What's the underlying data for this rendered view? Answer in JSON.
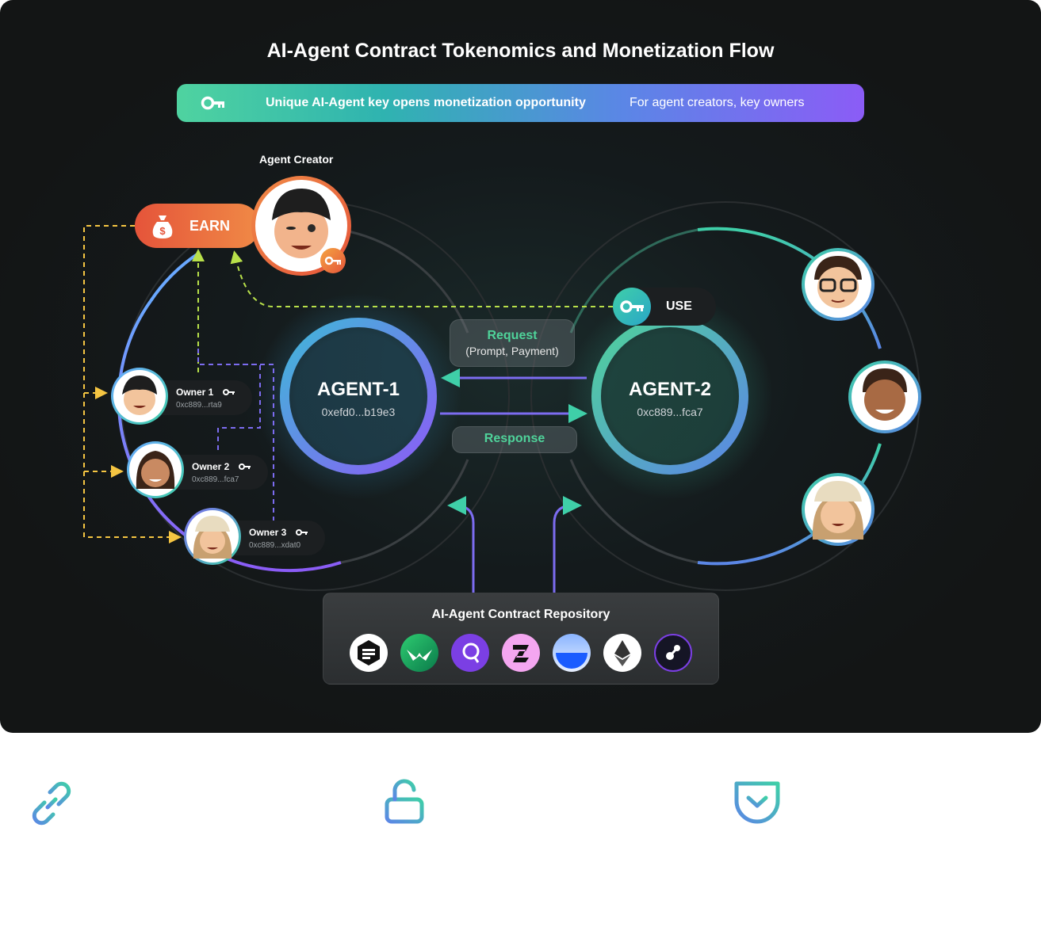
{
  "title": "AI-Agent Contract Tokenomics and Monetization Flow",
  "banner": {
    "main": "Unique AI-Agent key opens monetization opportunity",
    "sub": "For agent creators, key owners",
    "icon": "key-icon"
  },
  "creator": {
    "label": "Agent Creator"
  },
  "earn": {
    "label": "EARN",
    "icon": "money-bag-icon"
  },
  "use": {
    "label": "USE",
    "icon": "key-icon"
  },
  "owners": [
    {
      "name": "Owner 1",
      "address": "0xc889...rta9"
    },
    {
      "name": "Owner 2",
      "address": "0xc889...fca7"
    },
    {
      "name": "Owner 3",
      "address": "0xc889...xdat0"
    }
  ],
  "agent1": {
    "name": "AGENT-1",
    "address": "0xefd0...b19e3"
  },
  "agent2": {
    "name": "AGENT-2",
    "address": "0xc889...fca7"
  },
  "request": {
    "title": "Request",
    "subtitle": "(Prompt, Payment)"
  },
  "response": {
    "title": "Response"
  },
  "repository": {
    "title": "AI-Agent Contract Repository",
    "logos": [
      "hexagon-logo-icon",
      "wing-logo-icon",
      "ring-logo-icon",
      "ribbon-logo-icon",
      "half-circle-logo-icon",
      "ethereum-icon",
      "node-logo-icon"
    ]
  },
  "bottom_icons": [
    "link-icon",
    "unlock-icon",
    "pocket-icon"
  ],
  "colors": {
    "teal": "#3fcfa8",
    "purple": "#8b5cf6",
    "orange": "#f08a46",
    "yellow": "#f5c542"
  }
}
